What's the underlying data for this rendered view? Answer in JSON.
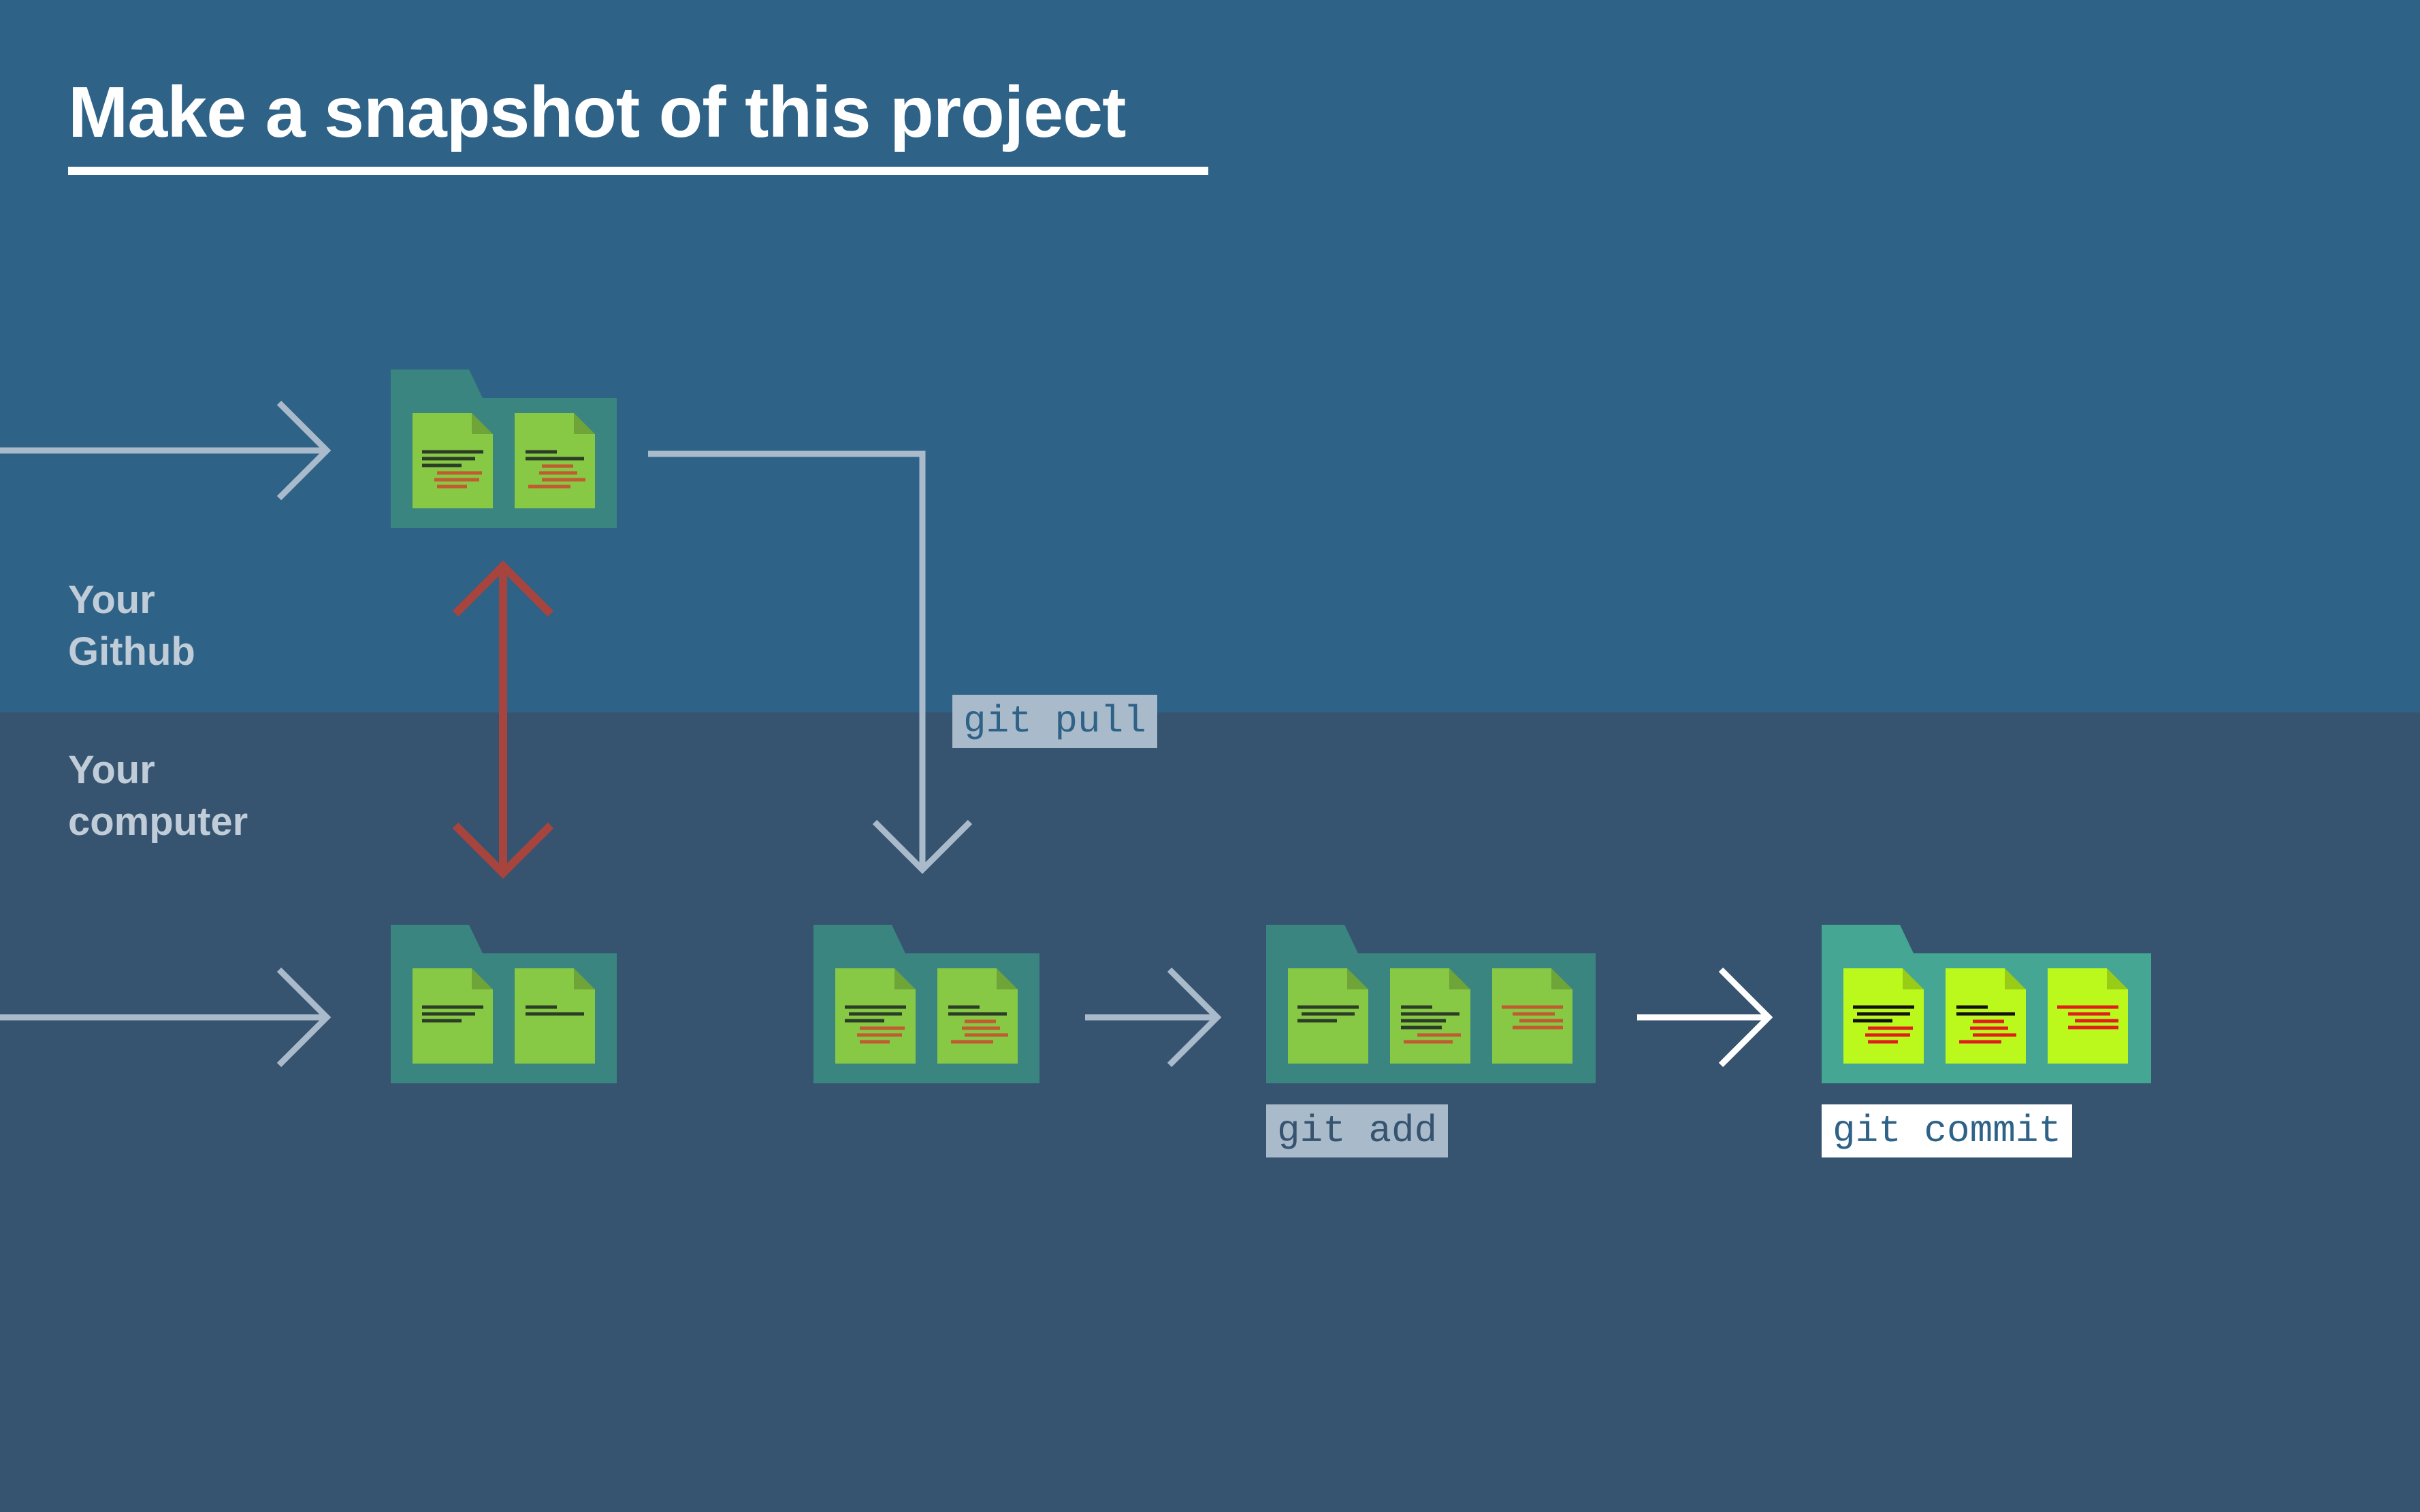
{
  "title": "Make a snapshot of this project",
  "regions": {
    "github_line1": "Your",
    "github_line2": "Github",
    "computer_line1": "Your",
    "computer_line2": "computer"
  },
  "commands": {
    "pull": "git pull",
    "add": "git add",
    "commit": "git commit"
  },
  "colors": {
    "github_bg": "#2e6287",
    "computer_bg": "#36546f",
    "folder": "#3b8581",
    "folder_bright": "#44a693",
    "file": "#87c845",
    "file_bright": "#bbf91d",
    "arrow": "#a9bacb",
    "arrow_white": "#ffffff",
    "sync_arrow": "#a7443e",
    "text_line": "#2b3d27",
    "change_line": "#c25a32",
    "change_line_bright": "#e01e1e"
  },
  "icons": [
    "folder-icon",
    "file-icon",
    "arrow-icon",
    "double-arrow-icon"
  ]
}
